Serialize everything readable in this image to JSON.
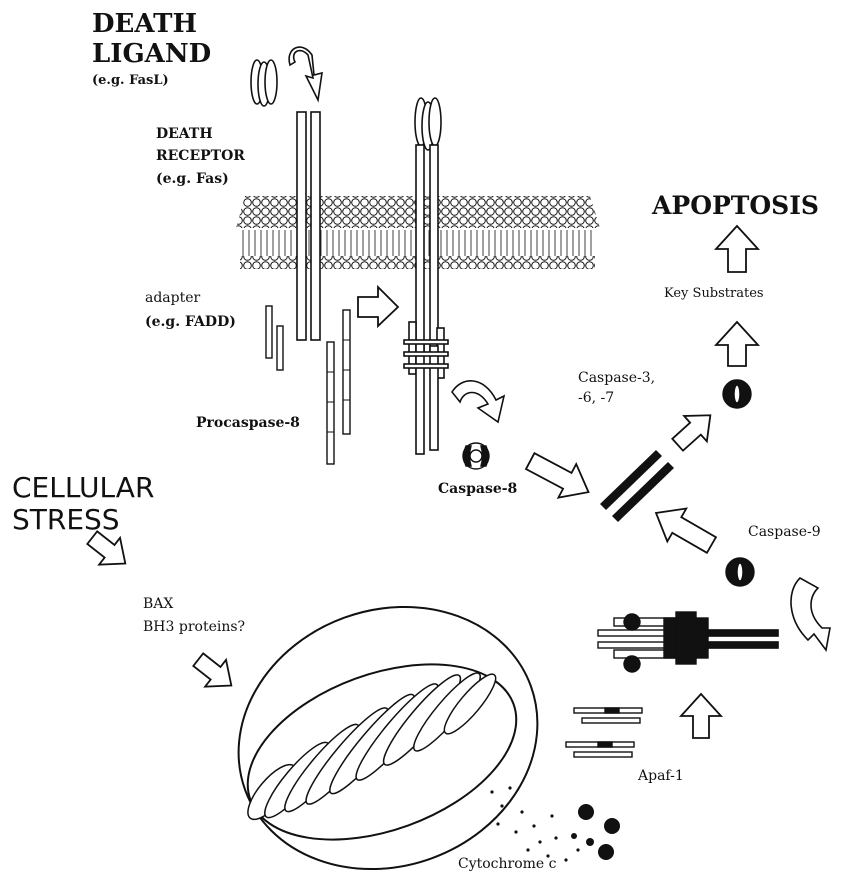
{
  "labels": {
    "death_ligand_line1": "DEATH",
    "death_ligand_line2": "LIGAND",
    "death_ligand_example": "(e.g. FasL)",
    "death_receptor_line1": "DEATH",
    "death_receptor_line2": "RECEPTOR",
    "death_receptor_example": "(e.g. Fas)",
    "adapter": "adapter",
    "adapter_example": "(e.g. FADD)",
    "procaspase8": "Procaspase-8",
    "caspase8": "Caspase-8",
    "caspase367_line1": "Caspase-3,",
    "caspase367_line2": "-6, -7",
    "apoptosis": "APOPTOSIS",
    "key_substrates": "Key Substrates",
    "cellular_line1": "CELLULAR",
    "cellular_line2": "STRESS",
    "bax": "BAX",
    "bh3": "BH3 proteins?",
    "caspase9": "Caspase-9",
    "apaf1": "Apaf-1",
    "cytochrome": "Cytochrome c"
  },
  "colors": {
    "ink": "#111111",
    "background": "#ffffff"
  }
}
